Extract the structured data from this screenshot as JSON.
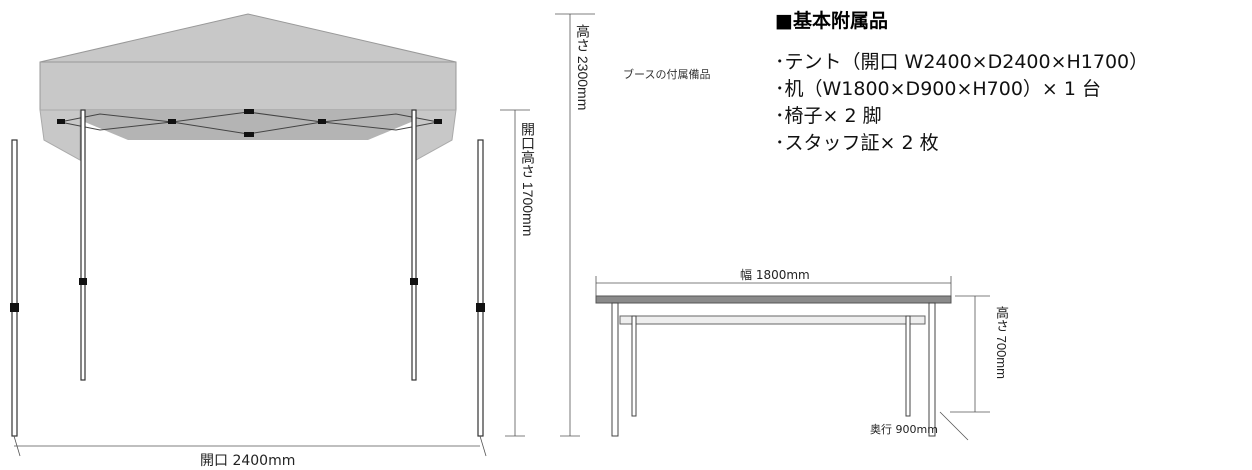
{
  "panel": {
    "title": "■基本附属品",
    "booth_label": "ブースの付属備品",
    "items": [
      "･テント（開口 W2400×D2400×H1700）",
      "･机（W1800×D900×H700）× 1 台",
      "･椅子× 2 脚",
      "･スタッフ証× 2 枚"
    ]
  },
  "tent": {
    "height_label": "高さ 2300mm",
    "opening_height_label": "開口高さ 1700mm",
    "width_label": "開口 2400mm"
  },
  "table": {
    "width_label": "幅 1800mm",
    "height_label": "高さ 700mm",
    "depth_label": "奥行 900mm"
  },
  "colors": {
    "canopy": "#c8c8c8",
    "canopy_dark": "#b4b4b4",
    "frame": "#333333",
    "table_top": "#8a8a8a"
  }
}
